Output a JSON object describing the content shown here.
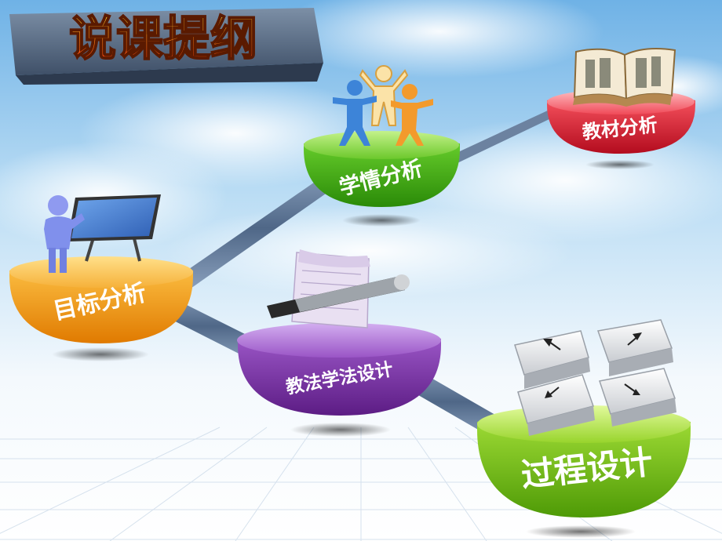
{
  "title": "说课提纲",
  "nodes": {
    "objectives": {
      "label": "目标分析",
      "color": "#f5a623",
      "icon": "teacher-at-board-icon"
    },
    "methods": {
      "label": "教法学法设计",
      "color": "#7e3aa8",
      "icon": "paper-and-pen-icon"
    },
    "students": {
      "label": "学情分析",
      "color": "#4caf1a",
      "icon": "children-icon"
    },
    "textbook": {
      "label": "教材分析",
      "color": "#e0223a",
      "icon": "open-book-icon"
    },
    "process": {
      "label": "过程设计",
      "color": "#7dc41e",
      "icon": "arrow-keys-icon"
    }
  }
}
